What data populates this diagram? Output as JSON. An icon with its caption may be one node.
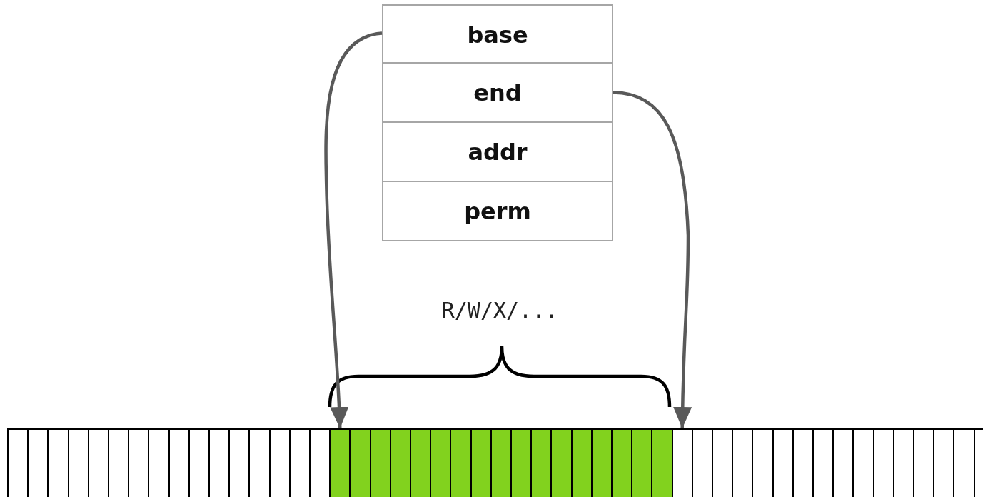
{
  "diagram": {
    "nodes": [
      {
        "text": [
          "base"
        ]
      },
      {
        "text": [
          "end"
        ]
      },
      {
        "text": [
          "addr"
        ]
      },
      {
        "text": [
          "perm"
        ]
      },
      {
        "text": [],
        "shape": "box"
      },
      {
        "text": [],
        "shape": "box"
      },
      {
        "text": [],
        "shape": "box"
      },
      {
        "text": [],
        "shape": "box"
      },
      {
        "text": [],
        "shape": "box"
      },
      {
        "text": [],
        "shape": "box"
      },
      {
        "text": [],
        "shape": "box"
      },
      {
        "text": [],
        "shape": "box"
      },
      {
        "text": [],
        "shape": "box"
      },
      {
        "text": [],
        "shape": "box"
      },
      {
        "text": [],
        "shape": "box"
      },
      {
        "text": [],
        "shape": "box"
      },
      {
        "text": [],
        "shape": "box"
      },
      {
        "text": [],
        "shape": "box"
      },
      {
        "text": [],
        "shape": "box"
      },
      {
        "text": [],
        "shape": "box"
      },
      {
        "text": [],
        "shape": "box"
      },
      {
        "text": [],
        "shape": "box"
      },
      {
        "text": [],
        "shape": "box"
      },
      {
        "text": [],
        "shape": "box"
      },
      {
        "text": [],
        "shape": "box"
      },
      {
        "text": [],
        "shape": "box"
      },
      {
        "text": [],
        "shape": "box"
      },
      {
        "text": [],
        "shape": "box"
      },
      {
        "text": [],
        "shape": "box"
      },
      {
        "text": [],
        "shape": "box"
      },
      {
        "text": [],
        "shape": "box"
      },
      {
        "text": [],
        "shape": "box"
      },
      {
        "text": [],
        "shape": "box"
      },
      {
        "text": [],
        "shape": "box"
      },
      {
        "text": [],
        "shape": "box"
      },
      {
        "text": [],
        "shape": "box"
      },
      {
        "text": [],
        "shape": "box"
      },
      {
        "text": [],
        "shape": "box"
      },
      {
        "text": [],
        "shape": "box"
      },
      {
        "text": [],
        "shape": "box"
      },
      {
        "text": [],
        "shape": "box"
      },
      {
        "text": [],
        "shape": "box"
      },
      {
        "text": [],
        "shape": "box"
      },
      {
        "text": [],
        "shape": "box"
      },
      {
        "text": [],
        "shape": "box"
      },
      {
        "text": [],
        "shape": "box"
      },
      {
        "text": [],
        "shape": "box"
      },
      {
        "text": [],
        "shape": "box"
      },
      {
        "text": [],
        "shape": "box"
      },
      {
        "text": [],
        "shape": "box"
      },
      {
        "text": [],
        "shape": "box"
      },
      {
        "text": [],
        "shape": "box"
      },
      {
        "text": [],
        "shape": "box"
      }
    ],
    "edges": [
      {
        "from": 0,
        "to": 20,
        "arrow": "to"
      },
      {
        "from": 1,
        "to": 37,
        "arrow": "to"
      }
    ],
    "labels": [
      "R/W/X/..."
    ]
  }
}
